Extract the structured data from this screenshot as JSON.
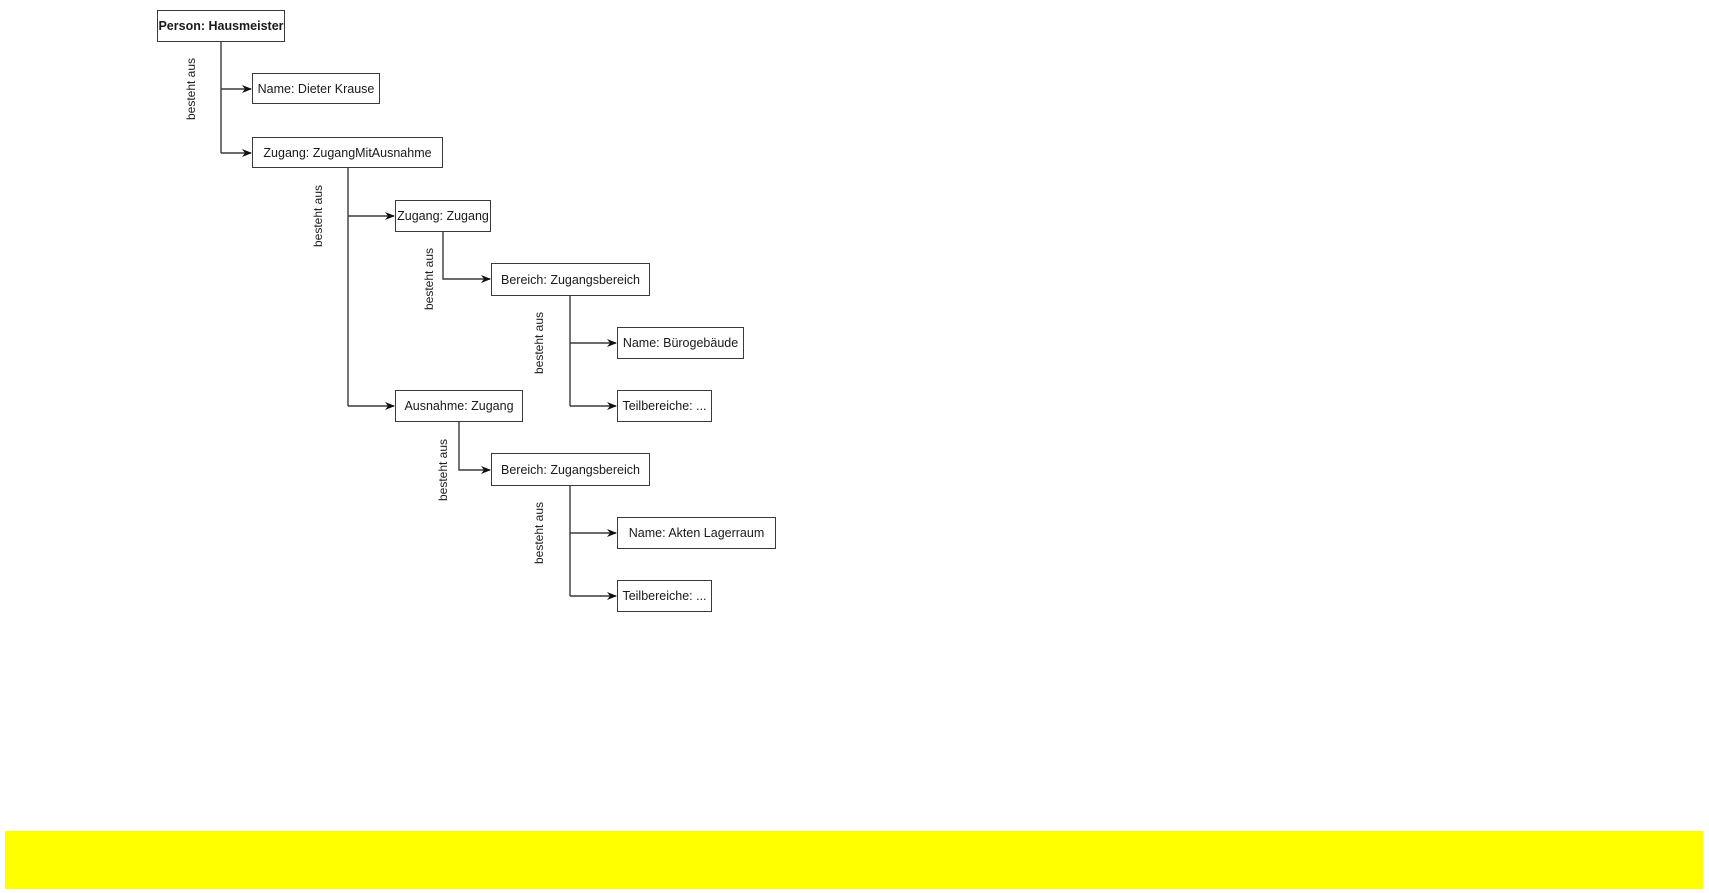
{
  "diagram": {
    "type": "object-composition-tree",
    "edge_label": "besteht aus",
    "nodes": [
      {
        "id": "n1",
        "label": "Person: Hausmeister",
        "bold": true
      },
      {
        "id": "n2",
        "label": "Name: Dieter Krause"
      },
      {
        "id": "n3",
        "label": "Zugang: ZugangMitAusnahme"
      },
      {
        "id": "n4",
        "label": "Zugang: Zugang"
      },
      {
        "id": "n5",
        "label": "Bereich: Zugangsbereich"
      },
      {
        "id": "n6",
        "label": "Name: Bürogebäude"
      },
      {
        "id": "n7",
        "label": "Teilbereiche: ..."
      },
      {
        "id": "n8",
        "label": "Ausnahme: Zugang"
      },
      {
        "id": "n9",
        "label": "Bereich: Zugangsbereich"
      },
      {
        "id": "n10",
        "label": "Name: Akten Lagerraum"
      },
      {
        "id": "n11",
        "label": "Teilbereiche: ..."
      }
    ],
    "edges": [
      {
        "from": "n1",
        "to": "n2",
        "label": "besteht aus"
      },
      {
        "from": "n1",
        "to": "n3",
        "label": "besteht aus"
      },
      {
        "from": "n3",
        "to": "n4",
        "label": "besteht aus"
      },
      {
        "from": "n3",
        "to": "n8",
        "label": "besteht aus"
      },
      {
        "from": "n4",
        "to": "n5",
        "label": "besteht aus"
      },
      {
        "from": "n5",
        "to": "n6",
        "label": "besteht aus"
      },
      {
        "from": "n5",
        "to": "n7",
        "label": "besteht aus"
      },
      {
        "from": "n8",
        "to": "n9",
        "label": "besteht aus"
      },
      {
        "from": "n9",
        "to": "n10",
        "label": "besteht aus"
      },
      {
        "from": "n9",
        "to": "n11",
        "label": "besteht aus"
      }
    ],
    "group_labels": [
      "besteht aus",
      "besteht aus",
      "besteht aus",
      "besteht aus",
      "besteht aus",
      "besteht aus"
    ]
  },
  "colors": {
    "banner": "#FFFF00",
    "stroke": "#3a3a3a",
    "background": "#FFFFFF"
  }
}
